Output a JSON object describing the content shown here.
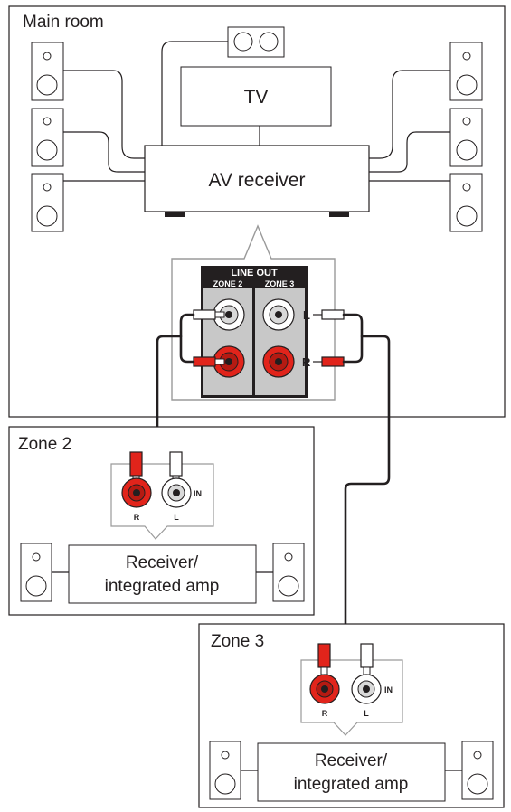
{
  "main_room": {
    "title": "Main room",
    "tv_label": "TV",
    "receiver_label": "AV receiver"
  },
  "line_out_panel": {
    "header": "LINE OUT",
    "zone2_col": "ZONE 2",
    "zone3_col": "ZONE 3",
    "left_mark": "L",
    "right_mark": "R"
  },
  "zone2": {
    "title": "Zone 2",
    "amp_line1": "Receiver/",
    "amp_line2": "integrated amp",
    "in_label": "IN",
    "r_label": "R",
    "l_label": "L"
  },
  "zone3": {
    "title": "Zone 3",
    "amp_line1": "Receiver/",
    "amp_line2": "integrated amp",
    "in_label": "IN",
    "r_label": "R",
    "l_label": "L"
  },
  "colors": {
    "red_plug": "#e1241b",
    "white_plug": "#ffffff",
    "panel_gray": "#c8c8c8",
    "panel_dark": "#231f20"
  }
}
